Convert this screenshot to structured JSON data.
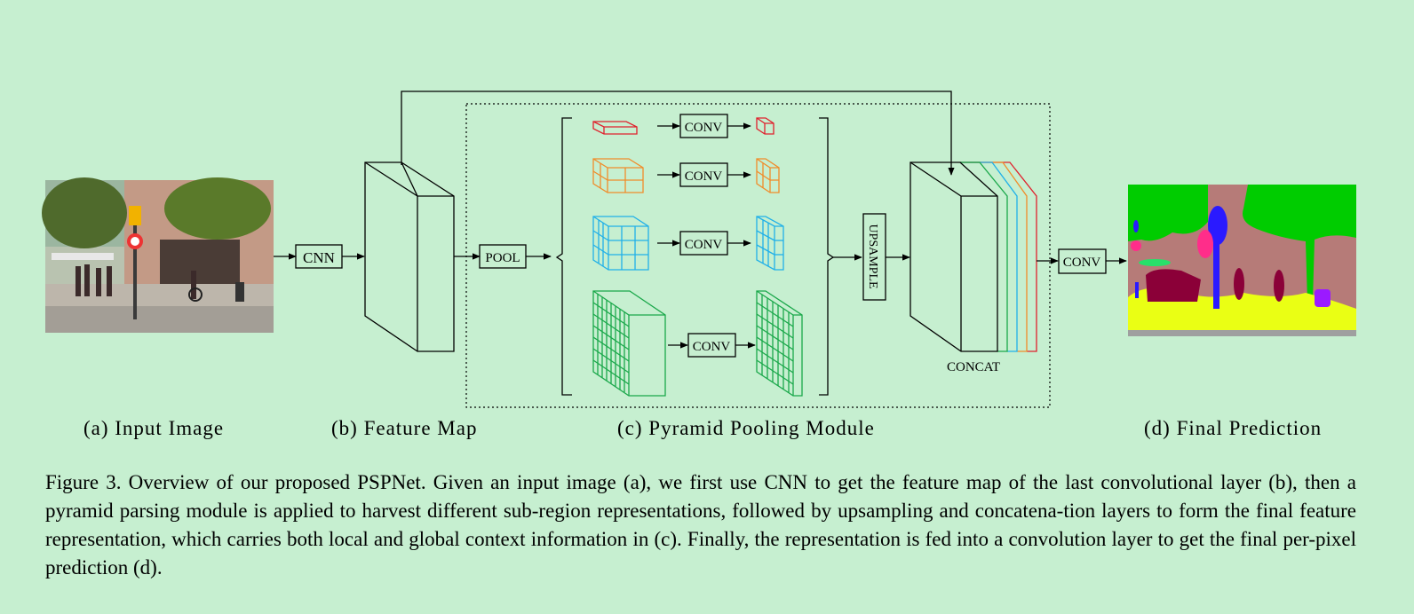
{
  "colors": {
    "background": "#c6efd0",
    "level1": "#e0202c",
    "level2": "#f08c2a",
    "level3": "#20b0e8",
    "level4": "#1aa84a",
    "seg_sky": "#00cc00",
    "seg_building": "#b67b78",
    "seg_ground": "#eaff14",
    "seg_person": "#8b0038",
    "seg_pole": "#2a1aff",
    "seg_sign": "#ff2d8a",
    "seg_bike": "#9b1aff"
  },
  "diagram": {
    "cnn_label": "CNN",
    "pool_label": "POOL",
    "conv_label": "CONV",
    "upsample_label": "UPSAMPLE",
    "concat_label": "CONCAT",
    "final_conv_label": "CONV",
    "input_image_icon": "street-scene-photo",
    "prediction_icon": "segmentation-map"
  },
  "labels": {
    "a": "(a) Input Image",
    "b": "(b) Feature Map",
    "c": "(c) Pyramid Pooling Module",
    "d": "(d) Final Prediction"
  },
  "caption": "Figure 3. Overview of our proposed PSPNet. Given an input image (a), we first use CNN to get the feature map of the last convolutional layer (b), then a pyramid parsing module is applied to harvest different sub-region representations, followed by upsampling and concatena-tion layers to form the final feature representation, which carries both local and global context information in (c). Finally, the representation is fed into a convolution layer to get the final per-pixel prediction (d)."
}
